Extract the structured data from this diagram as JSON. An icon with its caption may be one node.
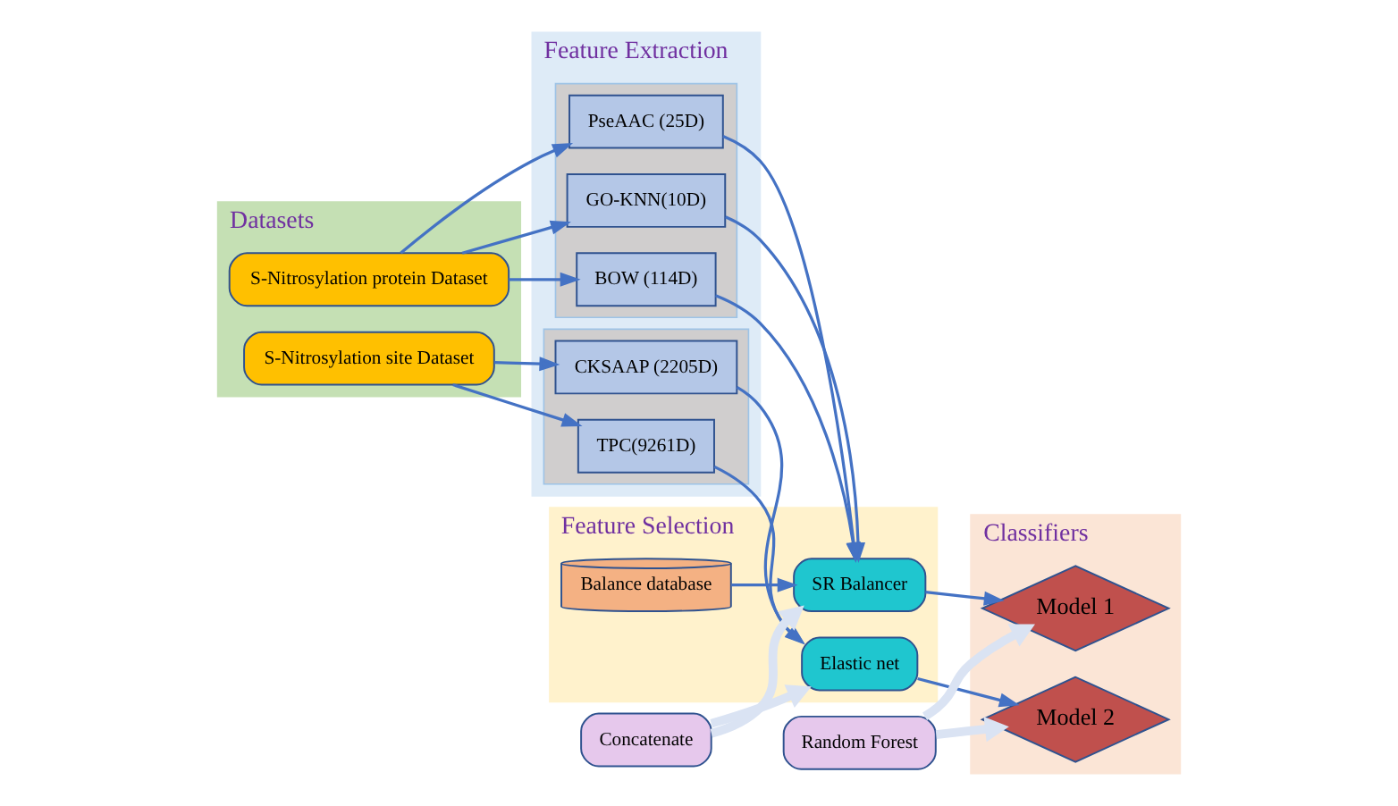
{
  "diagram": {
    "nodes": [
      {
        "text": [
          "Datasets"
        ]
      },
      {
        "text": [
          "S-Nitrosylation protein Dataset"
        ],
        "in": 0
      },
      {
        "text": [
          "S-Nitrosylation site Dataset"
        ],
        "in": 0
      },
      {
        "text": [
          "Feature Extraction"
        ]
      },
      {
        "text": [],
        "shape": "box",
        "in": 3
      },
      {
        "text": [
          "GO-KNN(10D)"
        ],
        "in": 4
      },
      {
        "text": [
          "BOW (114D)"
        ],
        "in": 4
      },
      {
        "text": [
          "PseAAC (25D)"
        ],
        "in": 4
      },
      {
        "text": [],
        "shape": "box",
        "in": 3
      },
      {
        "text": [
          "CKSAAP (2205D)"
        ],
        "in": 8
      },
      {
        "text": [
          "TPC(9261D)"
        ],
        "in": 8
      },
      {
        "text": [
          "Feature Selection"
        ]
      },
      {
        "text": [
          "Balance database"
        ],
        "in": 11
      },
      {
        "text": [
          "SR Balancer"
        ],
        "in": 11
      },
      {
        "text": [
          "Concatenate"
        ]
      },
      {
        "text": [
          "Elastic net"
        ],
        "in": 11
      },
      {
        "text": [
          "Classifiers"
        ]
      },
      {
        "text": [
          "Random Forest"
        ]
      },
      {
        "text": [
          "Model 1"
        ],
        "in": 16
      },
      {
        "text": [
          "Model 2"
        ],
        "in": 16
      }
    ],
    "edges": [
      {
        "from": 1,
        "to": 5,
        "arrow": "to"
      },
      {
        "from": 1,
        "to": 6,
        "arrow": "to"
      },
      {
        "from": 1,
        "to": 7,
        "arrow": "to"
      },
      {
        "from": 5,
        "to": 13,
        "arrow": "to"
      },
      {
        "from": 6,
        "to": 13,
        "arrow": "to"
      },
      {
        "from": 7,
        "to": 13,
        "arrow": "to"
      },
      {
        "from": 12,
        "to": 13,
        "arrow": "to"
      },
      {
        "from": 13,
        "to": 18,
        "arrow": "to"
      },
      {
        "from": 2,
        "to": 9,
        "arrow": "to"
      },
      {
        "from": 2,
        "to": 10,
        "arrow": "to"
      },
      {
        "from": 9,
        "to": 15,
        "arrow": "to"
      },
      {
        "from": 10,
        "to": 15,
        "arrow": "to"
      },
      {
        "from": 15,
        "to": 19,
        "arrow": "to"
      },
      {
        "from": 14,
        "to": 13,
        "arrow": "to",
        "style": "thick",
        "color": "#dae3f3"
      },
      {
        "from": 14,
        "to": 15,
        "arrow": "to",
        "style": "thick",
        "color": "#dae3f3"
      },
      {
        "from": 17,
        "to": 18,
        "arrow": "to",
        "style": "thick",
        "color": "#dae3f3"
      },
      {
        "from": 17,
        "to": 19,
        "arrow": "to",
        "style": "thick",
        "color": "#dae3f3"
      }
    ]
  }
}
